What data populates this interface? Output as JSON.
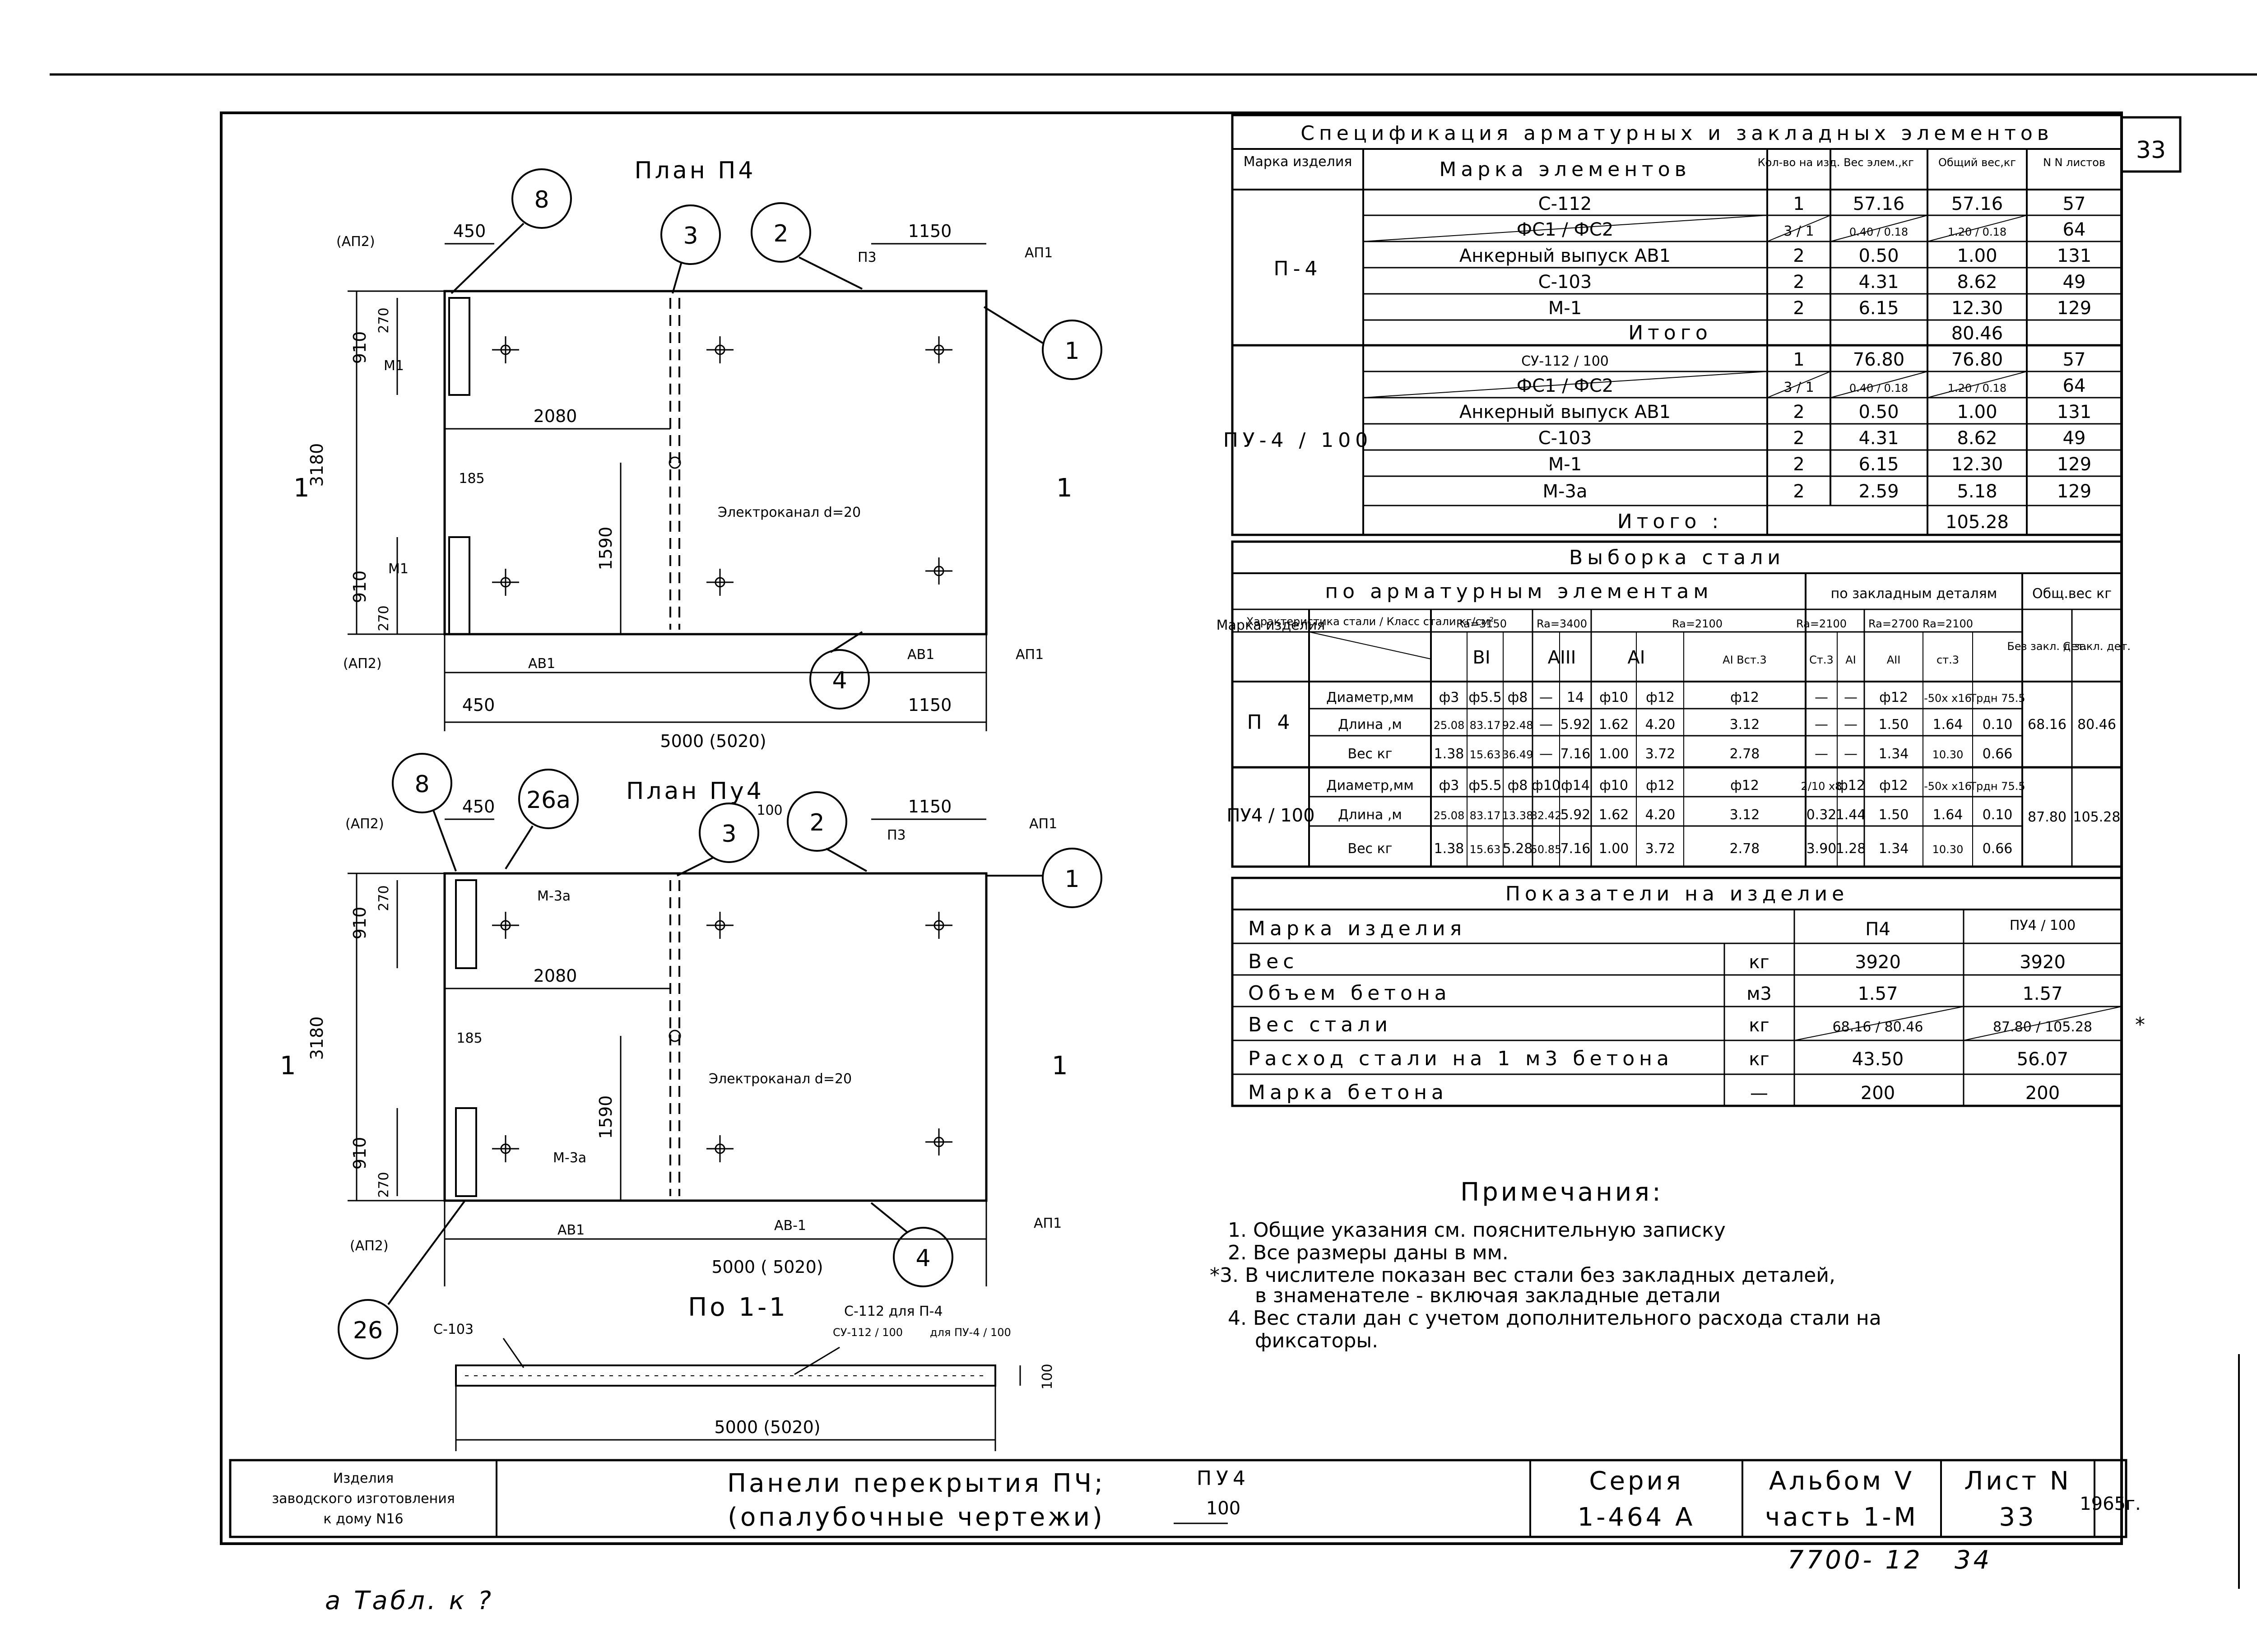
{
  "sheet": {
    "number": "33",
    "year": "1965г."
  },
  "spec": {
    "title": "Спецификация арматурных и закладных элементов",
    "headers": [
      "Марка изделия",
      "Марка элементов",
      "Кол-во на изд.",
      "Вес элем.,кг",
      "Общий вес,кг",
      "N N листов"
    ],
    "groups": [
      {
        "mark": "П-4",
        "rows": [
          [
            "С-112",
            "1",
            "57.16",
            "57.16",
            "57"
          ],
          [
            "ФС1 / ФС2",
            "3 / 1",
            "0.40 / 0.18",
            "1.20 / 0.18",
            "64"
          ],
          [
            "Анкерный выпуск АВ1",
            "2",
            "0.50",
            "1.00",
            "131"
          ],
          [
            "С-103",
            "2",
            "4.31",
            "8.62",
            "49"
          ],
          [
            "М-1",
            "2",
            "6.15",
            "12.30",
            "129"
          ]
        ],
        "total_label": "Итого",
        "total": "80.46"
      },
      {
        "mark": "ПУ-4 / 100",
        "rows": [
          [
            "СУ-112 / 100",
            "1",
            "76.80",
            "76.80",
            "57"
          ],
          [
            "ФС1 / ФС2",
            "3 / 1",
            "0.40 / 0.18",
            "1.20 / 0.18",
            "64"
          ],
          [
            "Анкерный выпуск АВ1",
            "2",
            "0.50",
            "1.00",
            "131"
          ],
          [
            "С-103",
            "2",
            "4.31",
            "8.62",
            "49"
          ],
          [
            "М-1",
            "2",
            "6.15",
            "12.30",
            "129"
          ],
          [
            "М-3а",
            "2",
            "2.59",
            "5.18",
            "129"
          ]
        ],
        "total_label": "Итого :",
        "total": "105.28"
      }
    ]
  },
  "steel": {
    "title": "Выборка стали",
    "sub_arm": "по арматурным элементам",
    "sub_emb": "по закладным деталям",
    "sub_total": "Общ.вес кг",
    "h_mark": "Марка изделия",
    "h_char": "Характеристика стали / Класс стали кг/см²",
    "ra": [
      "Ra=3150",
      "Ra=3400",
      "Ra=2100",
      "Ra=2100",
      "Ra=2700",
      "Ra=2100"
    ],
    "classes": [
      "BI",
      "AIII",
      "AI",
      "AI Вст.3",
      "Ст.3",
      "AI",
      "AII",
      "ст.3"
    ],
    "total_heads": [
      "Без закл. дет.",
      "С закл. дет."
    ],
    "products": [
      {
        "mark": "П 4",
        "rows": [
          [
            "Диаметр,мм",
            "ф3",
            "ф5.5",
            "ф8",
            "—",
            "14",
            "ф10",
            "ф12",
            "ф12",
            "—",
            "—",
            "ф12",
            "-50х х16",
            "Трдн 75.5"
          ],
          [
            "Длина ,м",
            "25.08",
            "83.17",
            "92.48",
            "—",
            "5.92",
            "1.62",
            "4.20",
            "3.12",
            "—",
            "—",
            "1.50",
            "1.64",
            "0.10"
          ],
          [
            "Вес кг",
            "1.38",
            "15.63",
            "36.49",
            "—",
            "7.16",
            "1.00",
            "3.72",
            "2.78",
            "—",
            "—",
            "1.34",
            "10.30",
            "0.66"
          ]
        ],
        "totals": [
          "68.16",
          "80.46"
        ]
      },
      {
        "mark": "ПУ4 / 100",
        "rows": [
          [
            "Диаметр,мм",
            "ф3",
            "ф5.5",
            "ф8",
            "ф10",
            "ф14",
            "ф10",
            "ф12",
            "ф12",
            "2/10 х8",
            "ф12",
            "ф12",
            "-50х х16",
            "Трдн 75.5"
          ],
          [
            "Длина ,м",
            "25.08",
            "83.17",
            "13.38",
            "82.42",
            "5.92",
            "1.62",
            "4.20",
            "3.12",
            "0.32",
            "1.44",
            "1.50",
            "1.64",
            "0.10"
          ],
          [
            "Вес кг",
            "1.38",
            "15.63",
            "5.28",
            "50.85",
            "7.16",
            "1.00",
            "3.72",
            "2.78",
            "3.90",
            "1.28",
            "1.34",
            "10.30",
            "0.66"
          ]
        ],
        "totals": [
          "87.80",
          "105.28"
        ]
      }
    ]
  },
  "indicators": {
    "title": "Показатели на изделие",
    "head": [
      "Марка изделия",
      "",
      "П4",
      "ПУ4 / 100"
    ],
    "rows": [
      [
        "Вес",
        "кг",
        "3920",
        "3920"
      ],
      [
        "Объем бетона",
        "м3",
        "1.57",
        "1.57"
      ],
      [
        "Вес стали",
        "кг",
        "68.16 / 80.46",
        "87.80 / 105.28"
      ],
      [
        "Расход стали на 1 м3 бетона",
        "кг",
        "43.50",
        "56.07"
      ],
      [
        "Марка бетона",
        "—",
        "200",
        "200"
      ]
    ],
    "star": "*"
  },
  "notes": {
    "title": "Примечания:",
    "items": [
      "1. Общие указания см. пояснительную записку",
      "2. Все размеры даны в мм.",
      "*3. В числителе показан вес стали без закладных деталей,",
      "в знаменателе - включая закладные детали",
      "4. Вес стали дан с учетом дополнительного расхода стали на",
      "фиксаторы."
    ]
  },
  "plan1": {
    "title": "План П4",
    "dims": [
      "450",
      "1150",
      "270",
      "910",
      "2080",
      "185",
      "3180",
      "1590",
      "910",
      "270",
      "450",
      "1150",
      "5000 (5020)"
    ],
    "labels": [
      "(АП2)",
      "М1",
      "П3",
      "АП1",
      "М1",
      "(АП2)",
      "АВ1",
      "АВ1",
      "АП1",
      "Электроканал d=20",
      "1",
      "1"
    ],
    "callouts": [
      "8",
      "3",
      "2",
      "1",
      "4"
    ]
  },
  "plan2": {
    "title": "План Пу4",
    "sub": "100",
    "dims": [
      "450",
      "1150",
      "270",
      "910",
      "2080",
      "185",
      "3180",
      "1590",
      "910",
      "270",
      "5000 ( 5020)"
    ],
    "labels": [
      "(АП2)",
      "М-3а",
      "П3",
      "АП1",
      "М-3а",
      "(АП2)",
      "АВ1",
      "АВ-1",
      "АП1",
      "Электроканал d=20",
      "1",
      "1"
    ],
    "callouts": [
      "8",
      "26а",
      "3",
      "2",
      "1",
      "26",
      "4"
    ]
  },
  "section": {
    "title": "По 1-1",
    "labels": [
      "С-103",
      "С-112 для П-4",
      "СУ-112 / 100",
      "для ПУ-4 / 100",
      "100",
      "5000 (5020)"
    ]
  },
  "titleblock": {
    "left": [
      "Изделия",
      "заводского изготовления",
      "к дому N16"
    ],
    "center1": "Панели перекрытия  ПЧ;",
    "center_frac_top": "ПУ4",
    "center_frac_bot": "100",
    "center2": "(опалубочные чертежи)",
    "series": [
      "Серия",
      "1-464 А"
    ],
    "album": [
      "Альбом V",
      "часть 1-М"
    ],
    "sheet": [
      "Лист N",
      "33"
    ],
    "year": "1965г."
  },
  "below": {
    "code": "7700- 12",
    "page": "34",
    "scribble": "а Табл. к ?"
  }
}
